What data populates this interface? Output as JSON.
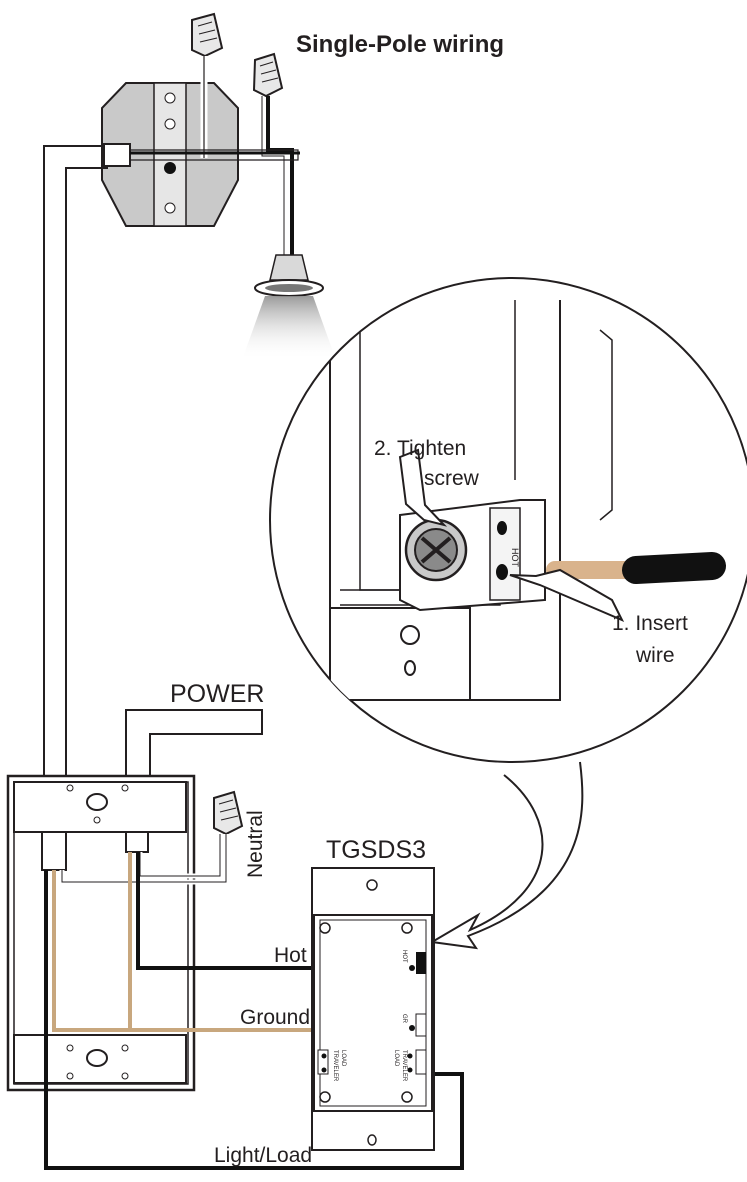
{
  "title": "Single-Pole wiring",
  "labels": {
    "power": "POWER",
    "neutral": "Neutral",
    "device_model": "TGSDS3",
    "hot": "Hot",
    "ground": "Ground",
    "light_load": "Light/Load"
  },
  "callouts": {
    "step2_line1": "2. Tighten",
    "step2_line2": "screw",
    "step1_line1": "1. Insert",
    "step1_line2": "wire",
    "terminal_mark": "HOT"
  },
  "device_terminals": {
    "hot": "HOT",
    "ground": "GR",
    "traveler_load_left": [
      "TRAVELER",
      "LOAD"
    ],
    "load_traveler_right": [
      "LOAD",
      "TRAVELER"
    ]
  },
  "colors": {
    "line": "#231f20",
    "hot_wire": "#111111",
    "ground_wire": "#c8a77e",
    "fixture_gray": "#c9c9c9",
    "wire_nut": "#e8e8e8",
    "glow": "#9a9a9a"
  },
  "icons": [
    "wire-nut-icon",
    "light-fixture-icon",
    "screw-icon",
    "switch-device-icon",
    "junction-box-icon"
  ]
}
